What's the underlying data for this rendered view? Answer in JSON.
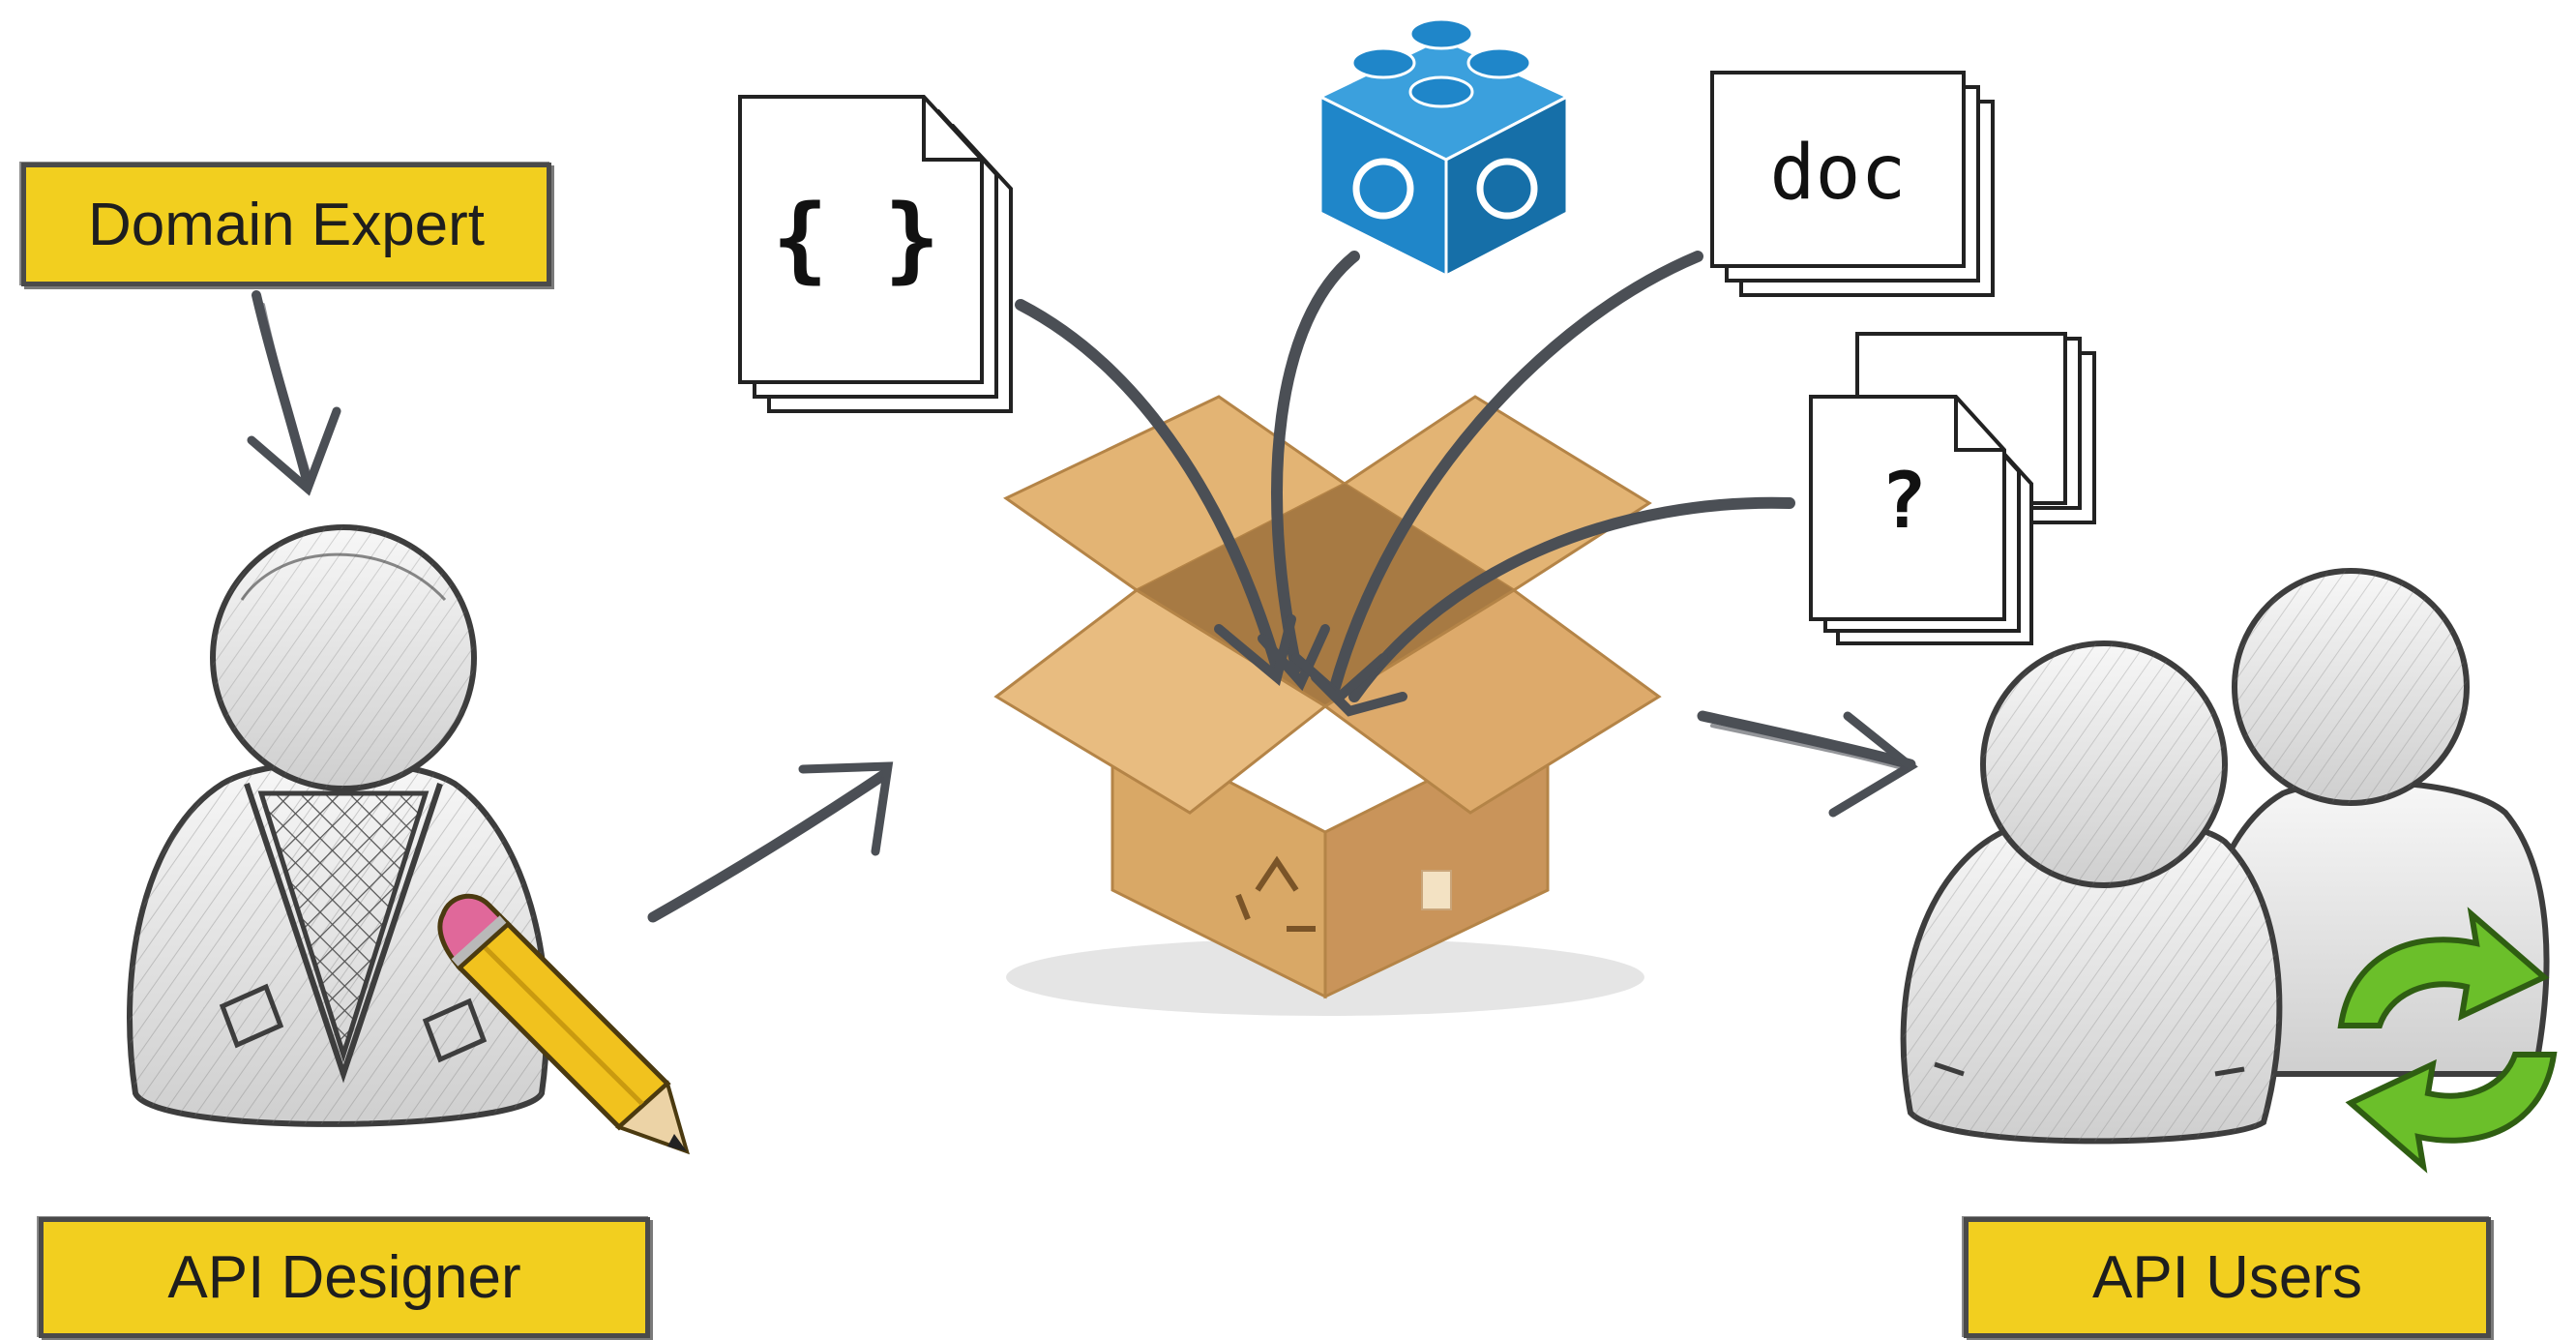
{
  "labels": {
    "domain_expert": "Domain Expert",
    "api_designer": "API Designer",
    "api_users": "API Users"
  },
  "documents": {
    "json_glyph": "{ }",
    "doc_glyph": "doc",
    "question_glyph": "?"
  },
  "colors": {
    "label_fill": "#f2cf1f",
    "label_border": "#4a4a4a",
    "arrow": "#4b4f55",
    "box_cardboard": "#d9a866",
    "lego_blue": "#1f86c9",
    "sync_green": "#6bbf2a"
  },
  "icons": [
    "person-sketch-icon",
    "pencil-icon",
    "cardboard-box-icon",
    "json-file-icon",
    "lego-block-icon",
    "doc-file-icon",
    "question-file-icon",
    "users-sketch-icon",
    "sync-arrows-icon"
  ]
}
